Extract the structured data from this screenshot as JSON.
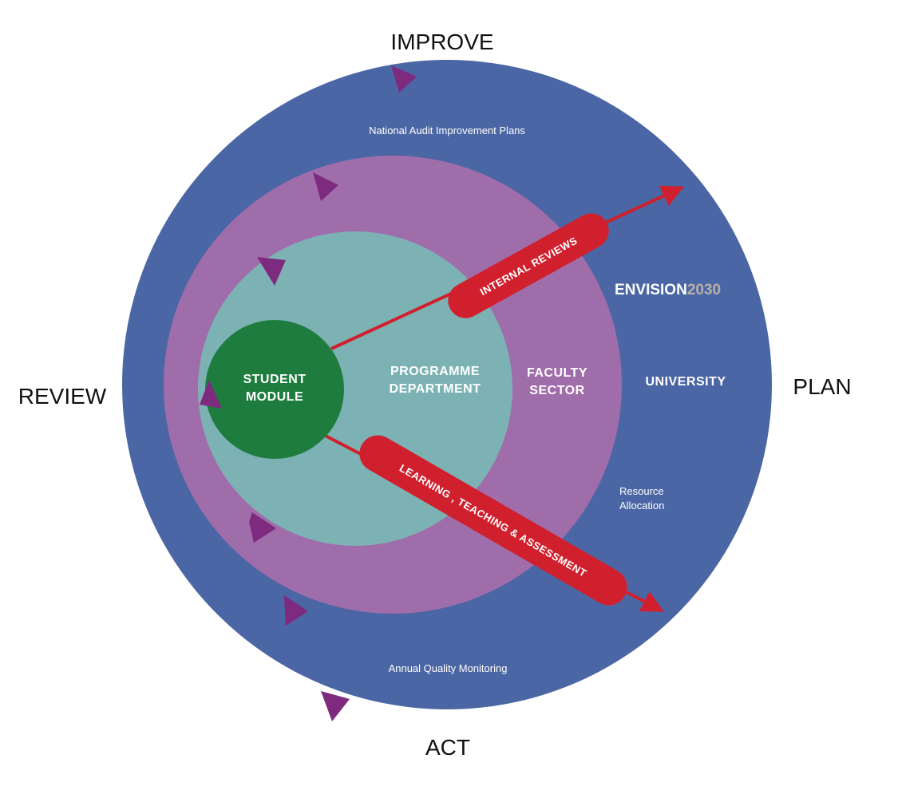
{
  "cycle_labels": {
    "top": "IMPROVE",
    "right": "PLAN",
    "bottom": "ACT",
    "left": "REVIEW"
  },
  "rings": {
    "university": {
      "label": "UNIVERSITY",
      "top_text": "National Audit Improvement Plans",
      "bottom_text": "Annual Quality Monitoring",
      "side_text_line1": "Resource",
      "side_text_line2": "Allocation",
      "color": "#4b66a4"
    },
    "faculty": {
      "label_line1": "FACULTY",
      "label_line2": "SECTOR",
      "color": "#a06dab"
    },
    "programme": {
      "label_line1": "PROGRAMME",
      "label_line2": "DEPARTMENT",
      "color": "#7cb2b4"
    },
    "student": {
      "label_line1": "STUDENT",
      "label_line2": "MODULE",
      "color": "#1e7c3f"
    }
  },
  "brand": {
    "part1": "ENVISION",
    "part2": "2030"
  },
  "arrows": {
    "upper_label": "INTERNAL REVIEWS",
    "lower_label": "LEARNING , TEACHING & ASSESSMENT",
    "color": "#d0202e"
  },
  "cycle_marker_color": "#7e2a7e",
  "icons": [
    "triangle-marker-icon",
    "arrowhead-icon"
  ]
}
